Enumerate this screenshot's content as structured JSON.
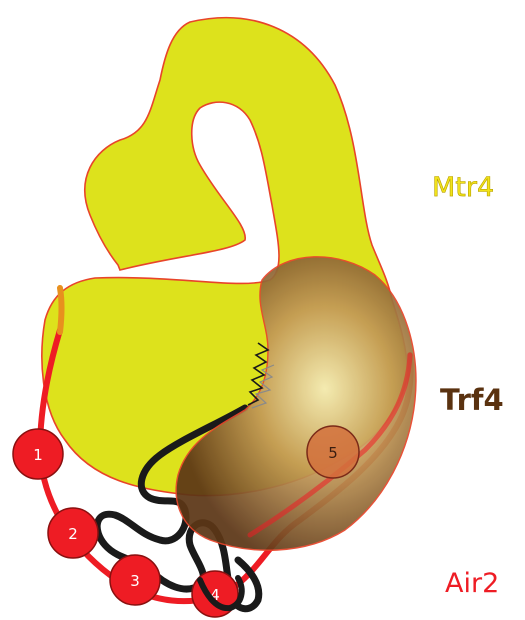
{
  "labels": {
    "mtr4": "Mtr4",
    "trf4": "Trf4",
    "air2": "Air2"
  },
  "knuckles": [
    {
      "label": "1"
    },
    {
      "label": "2"
    },
    {
      "label": "3"
    },
    {
      "label": "4"
    },
    {
      "label": "5"
    }
  ],
  "colors": {
    "mtr4_fill": "#dde21c",
    "mtr4_outline": "#e8442a",
    "trf4_light": "#f4e8b4",
    "trf4_dark": "#5a3414",
    "air2_red": "#ee1c24",
    "air2_orange": "#e8901e",
    "rna": "#1a1a1a"
  }
}
